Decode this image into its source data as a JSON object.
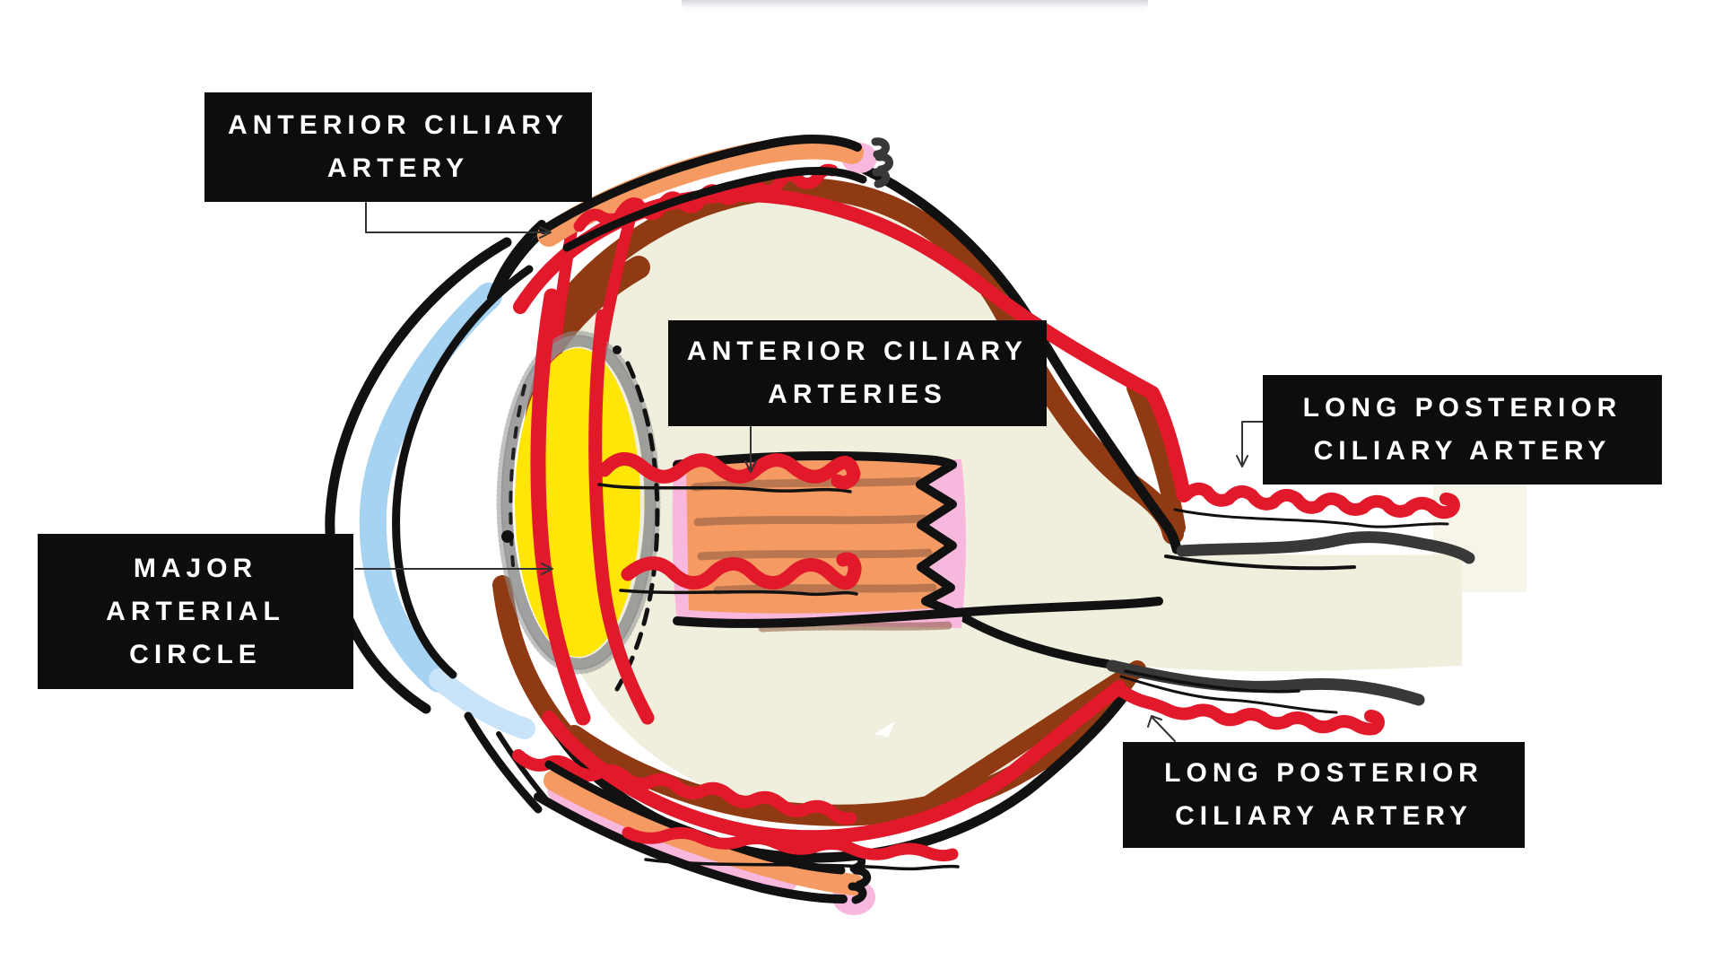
{
  "labels": {
    "anterior_ciliary_artery": {
      "lines": [
        "ANTERIOR CILIARY",
        "ARTERY"
      ]
    },
    "anterior_ciliary_arteries": {
      "lines": [
        "ANTERIOR CILIARY",
        "ARTERIES"
      ]
    },
    "long_posterior_ciliary_artery_top": {
      "lines": [
        "LONG POSTERIOR",
        "CILIARY ARTERY"
      ]
    },
    "major_arterial_circle": {
      "lines": [
        "MAJOR",
        "ARTERIAL",
        "CIRCLE"
      ]
    },
    "long_posterior_ciliary_artery_bottom": {
      "lines": [
        "LONG POSTERIOR",
        "CILIARY ARTERY"
      ]
    }
  },
  "palette": {
    "background": "#ffffff",
    "label_bg": "#0d0d0d",
    "label_text": "#ffffff",
    "red": "#e2182b",
    "brown": "#8f3a12",
    "beige": "#f0eedd",
    "beige_light": "#f7f5e9",
    "yellow": "#ffe607",
    "orange": "#f49a62",
    "pink": "#f8b7dc",
    "blue": "#a6d3f2",
    "blue_light": "#c9e4f8",
    "ink": "#111111",
    "gray_ink": "#383838",
    "scribble": "#8f8f8f",
    "grain": "#8a5a40",
    "connector": "#333333",
    "top_bar": "#dcdce2"
  }
}
